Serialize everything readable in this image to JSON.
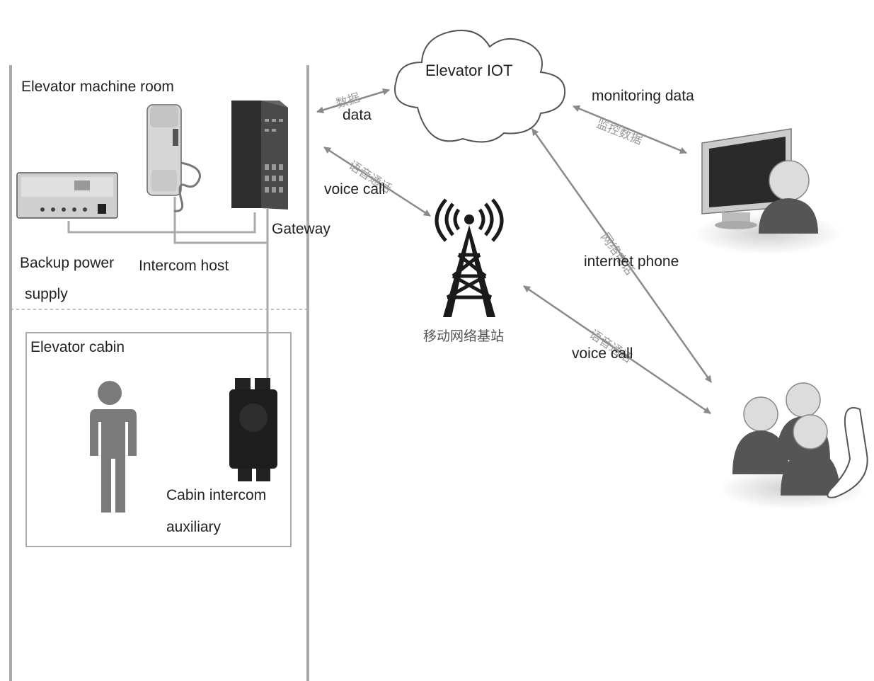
{
  "cloud": {
    "label": "Elevator IOT"
  },
  "machine_room": {
    "title": "Elevator machine room"
  },
  "cabin": {
    "title": "Elevator cabin"
  },
  "devices": {
    "backup_power_line1": "Backup power",
    "backup_power_line2": "supply",
    "intercom_host": "Intercom host",
    "gateway": "Gateway",
    "cabin_intercom_line1": "Cabin intercom",
    "cabin_intercom_line2": "auxiliary"
  },
  "base_station": {
    "label": "移动网络基站"
  },
  "links": {
    "data": {
      "label": "data",
      "cn": "数据"
    },
    "voice_call_gateway": {
      "label": "voice call",
      "cn": "语音通话"
    },
    "monitoring": {
      "label": "monitoring data",
      "cn": "监控数据"
    },
    "internet_phone": {
      "label": "internet phone",
      "cn": "网络电话"
    },
    "voice_call_tower": {
      "label": "voice call",
      "cn": "语音通话"
    }
  },
  "colors": {
    "line": "#9a9a9a",
    "arrow": "#8a8a8a",
    "device_dark": "#333333",
    "person": "#7a7a7a"
  }
}
